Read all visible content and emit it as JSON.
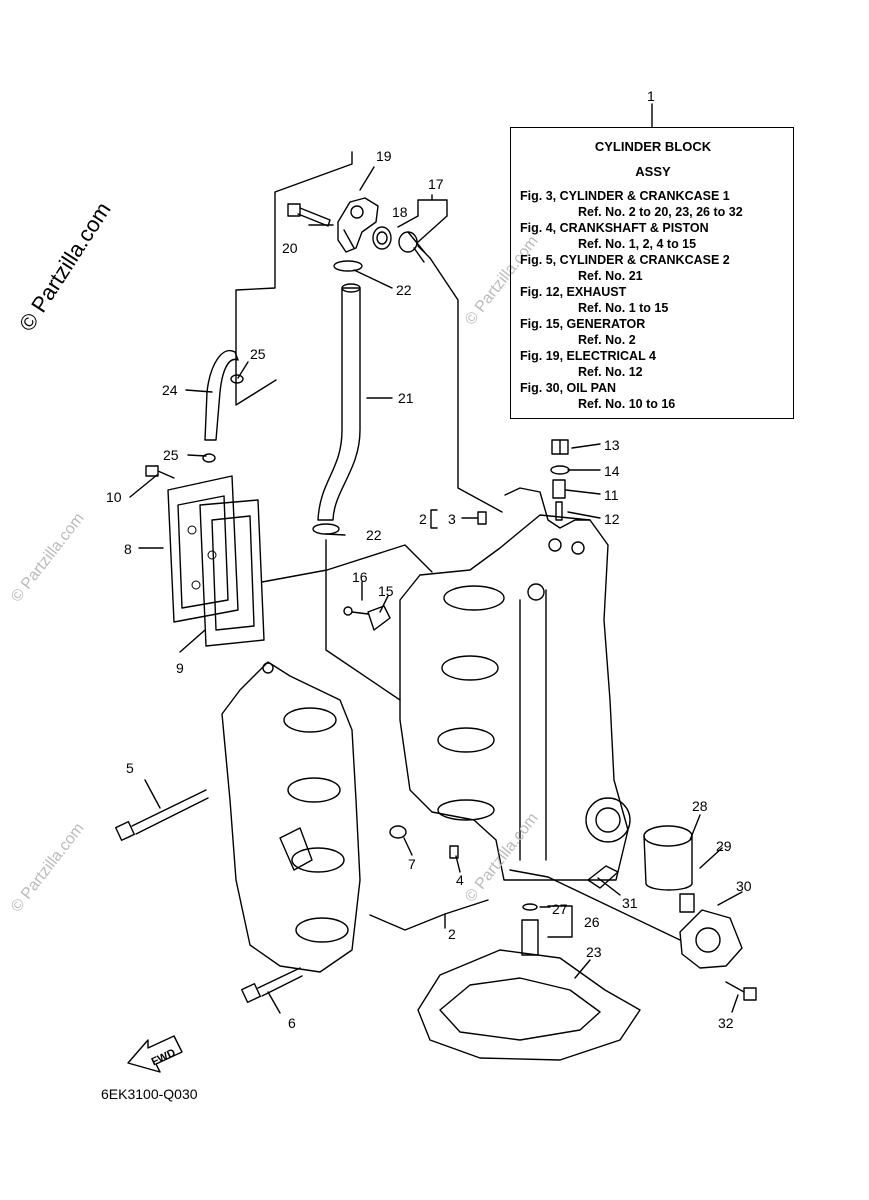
{
  "watermark": {
    "brand": "© Partzilla.com",
    "faint": "© Partzilla.com"
  },
  "legend": {
    "ref_number": "1",
    "title_line1": "CYLINDER BLOCK",
    "title_line2": "ASSY",
    "lines": [
      "Fig. 3, CYLINDER & CRANKCASE 1",
      "Ref. No. 2 to 20, 23, 26 to 32",
      "Fig. 4, CRANKSHAFT & PISTON",
      "Ref. No. 1, 2, 4 to 15",
      "Fig. 5, CYLINDER & CRANKCASE 2",
      "Ref. No. 21",
      "Fig. 12, EXHAUST",
      "Ref. No. 1 to 15",
      "Fig. 15, GENERATOR",
      "Ref. No. 2",
      "Fig. 19, ELECTRICAL 4",
      "Ref. No. 12",
      "Fig. 30, OIL PAN",
      "Ref. No. 10 to 16"
    ]
  },
  "callouts": {
    "c2a": "2",
    "c3": "3",
    "c2b": "2",
    "c4": "4",
    "c5": "5",
    "c6": "6",
    "c7": "7",
    "c8": "8",
    "c9": "9",
    "c10": "10",
    "c11": "11",
    "c12": "12",
    "c13": "13",
    "c14": "14",
    "c15": "15",
    "c16": "16",
    "c17": "17",
    "c18": "18",
    "c19": "19",
    "c20": "20",
    "c21": "21",
    "c22a": "22",
    "c22b": "22",
    "c23": "23",
    "c24": "24",
    "c25a": "25",
    "c25b": "25",
    "c26": "26",
    "c27": "27",
    "c28": "28",
    "c29": "29",
    "c30": "30",
    "c31": "31",
    "c32": "32"
  },
  "fwd_label": "FWD",
  "diagram_code": "6EK3100-Q030"
}
